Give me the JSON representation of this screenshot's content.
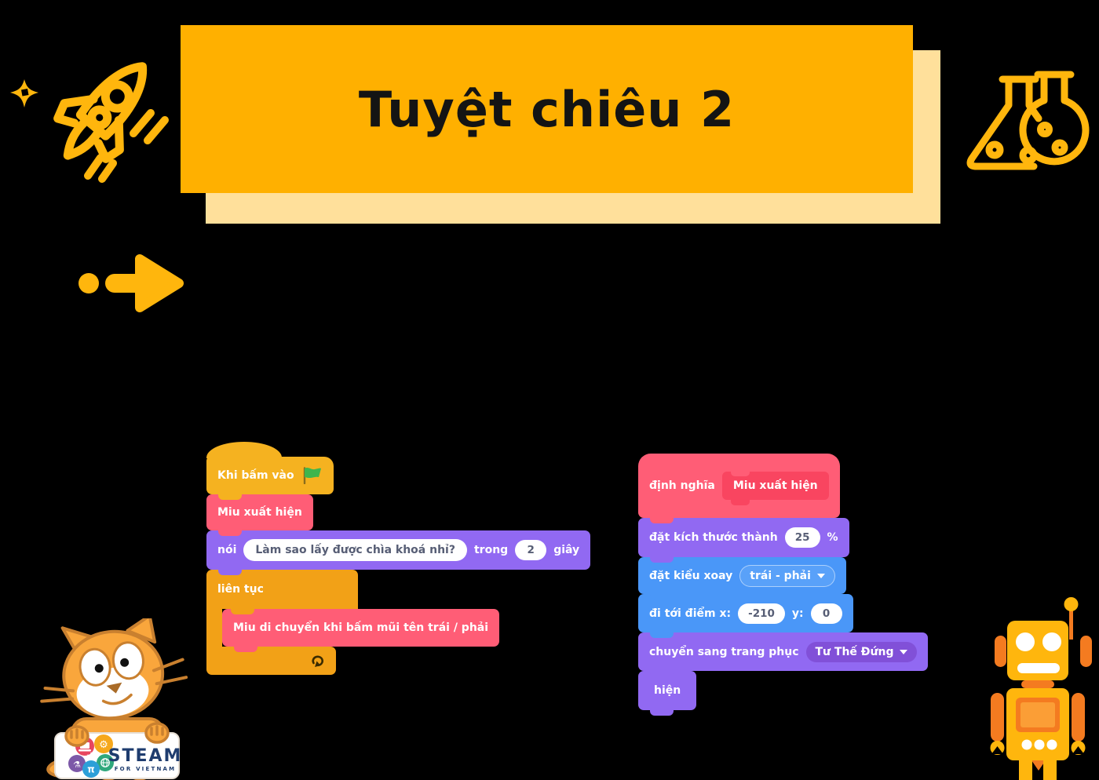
{
  "banner": {
    "title": "Tuyệt chiêu 2"
  },
  "colors": {
    "background": "#000000",
    "banner_fill": "#FFB000",
    "banner_shadow": "#FFE09B",
    "banner_text": "#141414",
    "accent_yellow": "#FFB60D",
    "block_events_yellow": "#F5B220",
    "block_control_orange": "#F2A117",
    "block_myblocks_pink": "#FF5D76",
    "block_myblocks_dark_pink": "#F94560",
    "block_looks_purple": "#9169F2",
    "looks_dropdown_purple": "#8150D8",
    "block_motion_blue": "#4A97F8",
    "flag_green": "#3FB54D",
    "input_text": "#575E75"
  },
  "icons": {
    "top_left": "rocket-icon",
    "top_left_star": "sparkle-star-icon",
    "top_right": "science-flasks-icon",
    "bullet": "arrow-right-icon",
    "hat_block": "green-flag-icon",
    "forever_block": "loop-arrow-icon",
    "dropdowns": "caret-down-icon",
    "bottom_left": "scratch-cat-mascot",
    "bottom_right": "robot-icon"
  },
  "scripts": {
    "left": {
      "when_flag": {
        "label": "Khi bấm vào"
      },
      "call_appear": {
        "label": "Miu xuất hiện"
      },
      "say": {
        "verb": "nói",
        "message": "Làm sao lấy được chìa khoá nhỉ?",
        "for_label": "trong",
        "seconds": "2",
        "unit": "giây"
      },
      "forever": {
        "label": "liên tục"
      },
      "call_move": {
        "label": "Miu di chuyển khi bấm mũi tên trái / phải"
      }
    },
    "right": {
      "define": {
        "keyword": "định nghĩa",
        "name": "Miu xuất hiện"
      },
      "set_size": {
        "label": "đặt kích thước thành",
        "value": "25",
        "unit": "%"
      },
      "set_rotation": {
        "label": "đặt kiểu xoay",
        "option": "trái - phải"
      },
      "goto": {
        "label": "đi tới điểm x:",
        "x": "-210",
        "y_label": "y:",
        "y": "0"
      },
      "switch_costume": {
        "label": "chuyển sang trang phục",
        "option": "Tư Thế Đứng"
      },
      "show": {
        "label": "hiện"
      }
    }
  },
  "mascot_sign": {
    "line1": "STEAM",
    "line2": "FOR VIETNAM"
  }
}
